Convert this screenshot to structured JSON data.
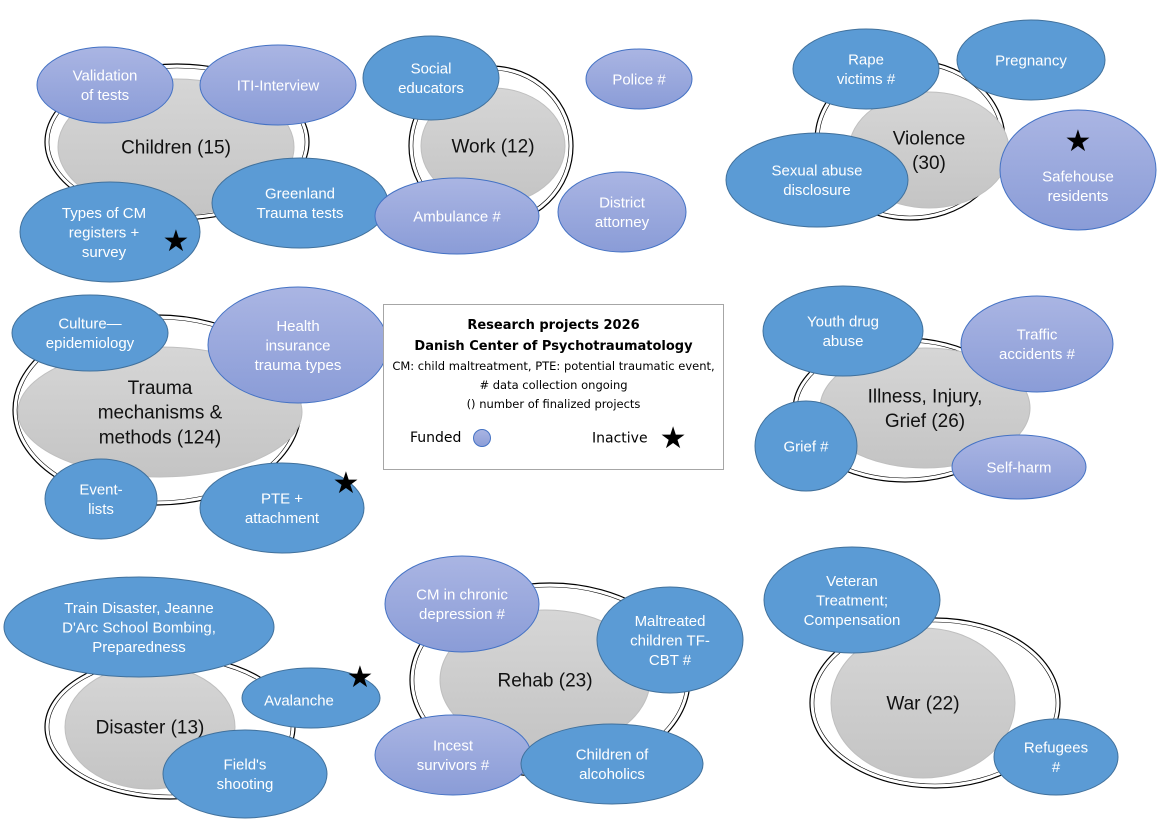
{
  "legend": {
    "title1": "Research projects 2026",
    "title2": "Danish Center of Psychotraumatology",
    "line1": "CM: child maltreatment, PTE: potential traumatic event,",
    "line2": "# data collection ongoing",
    "line3": "() number of finalized projects",
    "funded_label": "Funded",
    "inactive_label": "Inactive"
  },
  "colors": {
    "funded": "#98a7dc",
    "unfunded": "#5b9bd5",
    "hub": "#cfcfcf"
  },
  "clusters": [
    {
      "title": [
        "Children (15)"
      ],
      "bubbles": [
        {
          "label": [
            "Validation",
            "of tests"
          ],
          "funded": true,
          "inactive": false
        },
        {
          "label": [
            "ITI-Interview"
          ],
          "funded": true,
          "inactive": false
        },
        {
          "label": [
            "Types of CM",
            "registers +",
            "survey"
          ],
          "funded": false,
          "inactive": true
        },
        {
          "label": [
            "Greenland",
            "Trauma tests"
          ],
          "funded": false,
          "inactive": false
        }
      ]
    },
    {
      "title": [
        "Work (12)"
      ],
      "bubbles": [
        {
          "label": [
            "Social",
            "educators"
          ],
          "funded": false,
          "inactive": false
        },
        {
          "label": [
            "Police #"
          ],
          "funded": true,
          "inactive": false
        },
        {
          "label": [
            "Ambulance #"
          ],
          "funded": true,
          "inactive": false
        },
        {
          "label": [
            "District",
            "attorney"
          ],
          "funded": true,
          "inactive": false
        }
      ]
    },
    {
      "title": [
        "Violence",
        "(30)"
      ],
      "bubbles": [
        {
          "label": [
            "Rape",
            "victims #"
          ],
          "funded": false,
          "inactive": false
        },
        {
          "label": [
            "Pregnancy"
          ],
          "funded": false,
          "inactive": false
        },
        {
          "label": [
            "Sexual abuse",
            "disclosure"
          ],
          "funded": false,
          "inactive": false
        },
        {
          "label": [
            "Safehouse",
            "residents"
          ],
          "funded": true,
          "inactive": true
        }
      ]
    },
    {
      "title": [
        "Trauma",
        "mechanisms &",
        "methods (124)"
      ],
      "bubbles": [
        {
          "label": [
            "Culture—",
            "epidemiology"
          ],
          "funded": false,
          "inactive": false
        },
        {
          "label": [
            "Health",
            "insurance",
            "trauma types"
          ],
          "funded": true,
          "inactive": false
        },
        {
          "label": [
            "Event-",
            "lists"
          ],
          "funded": false,
          "inactive": false
        },
        {
          "label": [
            "PTE +",
            "attachment"
          ],
          "funded": false,
          "inactive": true
        }
      ]
    },
    {
      "title": [
        "Illness, Injury,",
        "Grief (26)"
      ],
      "bubbles": [
        {
          "label": [
            "Youth drug",
            "abuse"
          ],
          "funded": false,
          "inactive": false
        },
        {
          "label": [
            "Traffic",
            "accidents #"
          ],
          "funded": true,
          "inactive": false
        },
        {
          "label": [
            "Grief #"
          ],
          "funded": false,
          "inactive": false
        },
        {
          "label": [
            "Self-harm"
          ],
          "funded": true,
          "inactive": false
        }
      ]
    },
    {
      "title": [
        "Disaster (13)"
      ],
      "bubbles": [
        {
          "label": [
            "Train Disaster, Jeanne",
            "D'Arc School Bombing,",
            "Preparedness"
          ],
          "funded": false,
          "inactive": false
        },
        {
          "label": [
            "Avalanche"
          ],
          "funded": false,
          "inactive": true
        },
        {
          "label": [
            "Field's",
            "shooting"
          ],
          "funded": false,
          "inactive": false
        }
      ]
    },
    {
      "title": [
        "Rehab (23)"
      ],
      "bubbles": [
        {
          "label": [
            "CM in chronic",
            "depression #"
          ],
          "funded": true,
          "inactive": false
        },
        {
          "label": [
            "Maltreated",
            "children TF-",
            "CBT #"
          ],
          "funded": false,
          "inactive": false
        },
        {
          "label": [
            "Incest",
            "survivors #"
          ],
          "funded": true,
          "inactive": false
        },
        {
          "label": [
            "Children of",
            "alcoholics"
          ],
          "funded": false,
          "inactive": false
        }
      ]
    },
    {
      "title": [
        "War (22)"
      ],
      "bubbles": [
        {
          "label": [
            "Veteran",
            "Treatment;",
            "Compensation"
          ],
          "funded": false,
          "inactive": false
        },
        {
          "label": [
            "Refugees",
            "#"
          ],
          "funded": false,
          "inactive": false
        }
      ]
    }
  ]
}
